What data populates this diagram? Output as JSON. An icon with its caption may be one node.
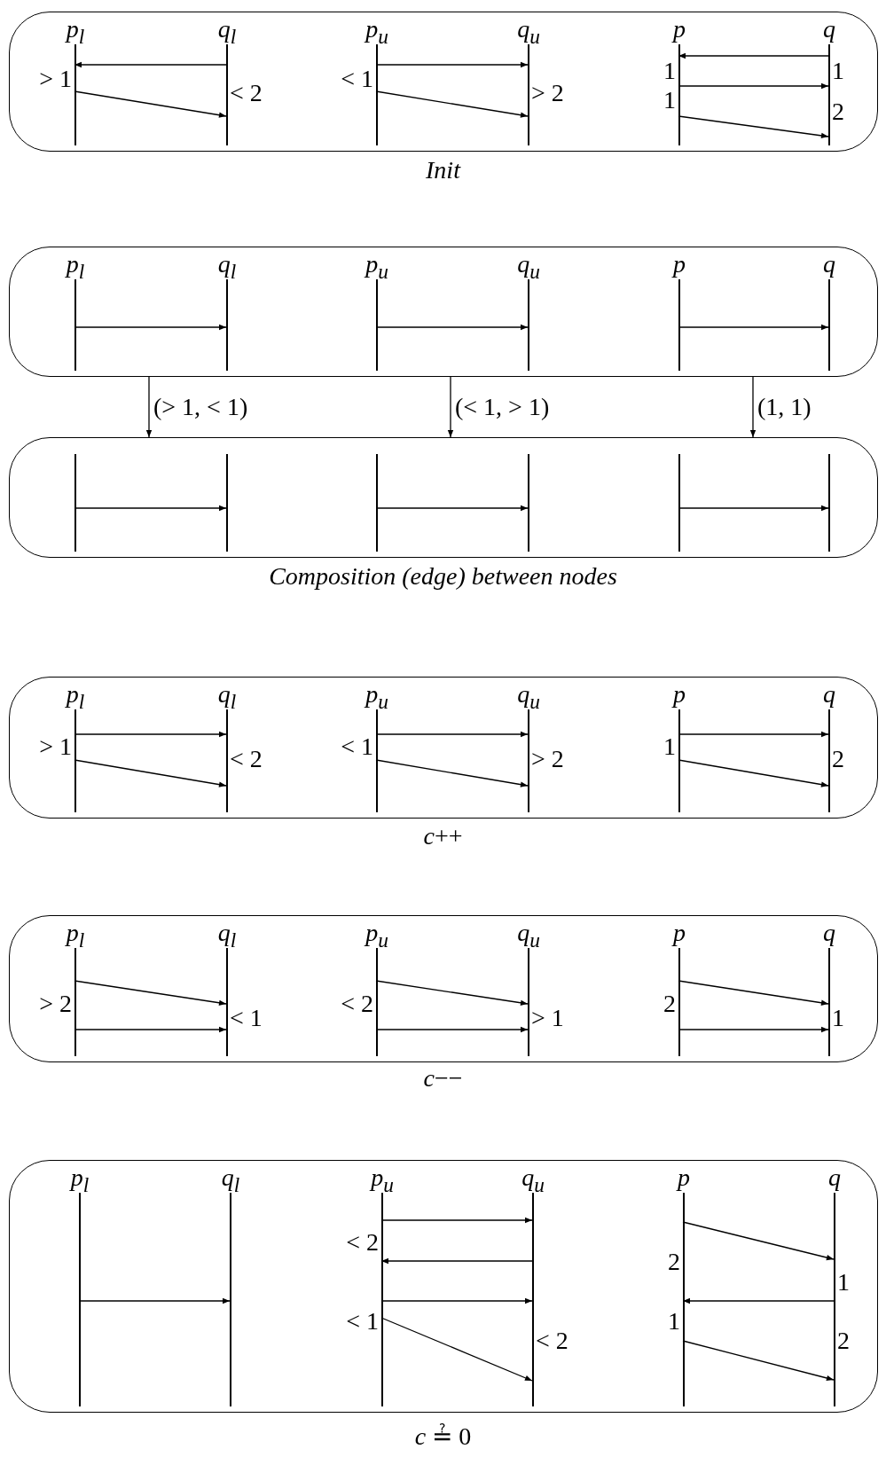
{
  "diagram": {
    "nodes": [
      {
        "text": [],
        "shape": "box",
        "beside": [
          "Init"
        ]
      },
      {
        "text": [
          "p$_{l}$"
        ],
        "in": 0
      },
      {
        "text": [
          "q$_{l}$"
        ],
        "in": 0
      },
      {
        "text": [
          "p$_{u}$"
        ],
        "in": 0
      },
      {
        "text": [
          "q$_{u}$"
        ],
        "in": 0
      },
      {
        "text": [
          "p"
        ],
        "in": 0
      },
      {
        "text": [
          "q"
        ],
        "in": 0
      },
      {
        "text": [],
        "shape": "box"
      },
      {
        "text": [
          "p$_{l}$"
        ],
        "in": 7
      },
      {
        "text": [
          "q$_{l}$"
        ],
        "in": 7
      },
      {
        "text": [
          "p$_{u}$"
        ],
        "in": 7
      },
      {
        "text": [
          "q$_{u}$"
        ],
        "in": 7
      },
      {
        "text": [
          "p"
        ],
        "in": 7
      },
      {
        "text": [
          "q"
        ],
        "in": 7
      },
      {
        "text": [],
        "shape": "box",
        "beside": [
          "Composition (edge) between nodes"
        ]
      },
      {
        "text": [],
        "shape": "line",
        "in": 14
      },
      {
        "text": [],
        "shape": "line",
        "in": 14
      },
      {
        "text": [],
        "shape": "line",
        "in": 14
      },
      {
        "text": [],
        "shape": "line",
        "in": 14
      },
      {
        "text": [],
        "shape": "line",
        "in": 14
      },
      {
        "text": [],
        "shape": "line",
        "in": 14
      },
      {
        "text": [],
        "shape": "box",
        "beside": [
          "*c*++"
        ]
      },
      {
        "text": [
          "p$_{l}$"
        ],
        "in": 21
      },
      {
        "text": [
          "q$_{l}$"
        ],
        "in": 21
      },
      {
        "text": [
          "p$_{u}$"
        ],
        "in": 21
      },
      {
        "text": [
          "q$_{u}$"
        ],
        "in": 21
      },
      {
        "text": [
          "p"
        ],
        "in": 21
      },
      {
        "text": [
          "q"
        ],
        "in": 21
      },
      {
        "text": [],
        "shape": "box",
        "beside": [
          "*c*−−"
        ]
      },
      {
        "text": [
          "p$_{l}$"
        ],
        "in": 28
      },
      {
        "text": [
          "q$_{l}$"
        ],
        "in": 28
      },
      {
        "text": [
          "p$_{u}$"
        ],
        "in": 28
      },
      {
        "text": [
          "q$_{u}$"
        ],
        "in": 28
      },
      {
        "text": [
          "p"
        ],
        "in": 28
      },
      {
        "text": [
          "q"
        ],
        "in": 28
      },
      {
        "text": [],
        "shape": "box",
        "beside": [
          "*c* ≟ 0"
        ]
      },
      {
        "text": [
          "p$_{l}$"
        ],
        "in": 35
      },
      {
        "text": [
          "q$_{l}$"
        ],
        "in": 35
      },
      {
        "text": [
          "p$_{u}$"
        ],
        "in": 35
      },
      {
        "text": [
          "q$_{u}$"
        ],
        "in": 35
      },
      {
        "text": [
          "p"
        ],
        "in": 35
      },
      {
        "text": [
          "q"
        ],
        "in": 35
      }
    ],
    "edges": [
      {
        "from": 2,
        "to": 1,
        "arrow": "to"
      },
      {
        "from": 1,
        "to": 2,
        "arrow": "to"
      },
      {
        "from": 3,
        "to": 4,
        "arrow": "to"
      },
      {
        "from": 3,
        "to": 4,
        "arrow": "to"
      },
      {
        "from": 6,
        "to": 5,
        "arrow": "to"
      },
      {
        "from": 5,
        "to": 6,
        "arrow": "to"
      },
      {
        "from": 5,
        "to": 6,
        "arrow": "to"
      },
      {
        "from": 8,
        "to": 9,
        "arrow": "to"
      },
      {
        "from": 10,
        "to": 11,
        "arrow": "to"
      },
      {
        "from": 12,
        "to": 13,
        "arrow": "to"
      },
      {
        "from": 7,
        "to": 14,
        "arrow": "to",
        "label": "(> 1, < 1)"
      },
      {
        "from": 7,
        "to": 14,
        "arrow": "to",
        "label": "(< 1, > 1)"
      },
      {
        "from": 7,
        "to": 14,
        "arrow": "to",
        "label": "(1, 1)"
      },
      {
        "from": 15,
        "to": 16,
        "arrow": "to"
      },
      {
        "from": 17,
        "to": 18,
        "arrow": "to"
      },
      {
        "from": 19,
        "to": 20,
        "arrow": "to"
      },
      {
        "from": 22,
        "to": 23,
        "arrow": "to"
      },
      {
        "from": 22,
        "to": 23,
        "arrow": "to"
      },
      {
        "from": 24,
        "to": 25,
        "arrow": "to"
      },
      {
        "from": 24,
        "to": 25,
        "arrow": "to"
      },
      {
        "from": 26,
        "to": 27,
        "arrow": "to"
      },
      {
        "from": 26,
        "to": 27,
        "arrow": "to"
      },
      {
        "from": 29,
        "to": 30,
        "arrow": "to"
      },
      {
        "from": 29,
        "to": 30,
        "arrow": "to"
      },
      {
        "from": 31,
        "to": 32,
        "arrow": "to"
      },
      {
        "from": 31,
        "to": 32,
        "arrow": "to"
      },
      {
        "from": 33,
        "to": 34,
        "arrow": "to"
      },
      {
        "from": 33,
        "to": 34,
        "arrow": "to"
      },
      {
        "from": 36,
        "to": 37,
        "arrow": "to"
      },
      {
        "from": 38,
        "to": 39,
        "arrow": "to"
      },
      {
        "from": 39,
        "to": 38,
        "arrow": "to"
      },
      {
        "from": 38,
        "to": 39,
        "arrow": "to"
      },
      {
        "from": 38,
        "to": 39,
        "arrow": "to"
      },
      {
        "from": 40,
        "to": 41,
        "arrow": "to"
      },
      {
        "from": 41,
        "to": 40,
        "arrow": "to"
      },
      {
        "from": 40,
        "to": 41,
        "arrow": "to"
      }
    ],
    "labels": [
      "> 1",
      "< 2",
      "< 1",
      "> 2",
      "1",
      "1",
      "1",
      "2",
      "> 1",
      "< 2",
      "< 1",
      "> 2",
      "1",
      "2",
      "> 2",
      "< 1",
      "< 2",
      "> 1",
      "2",
      "1",
      "< 2",
      "< 1",
      "< 2",
      "2",
      "1",
      "1",
      "2"
    ]
  }
}
